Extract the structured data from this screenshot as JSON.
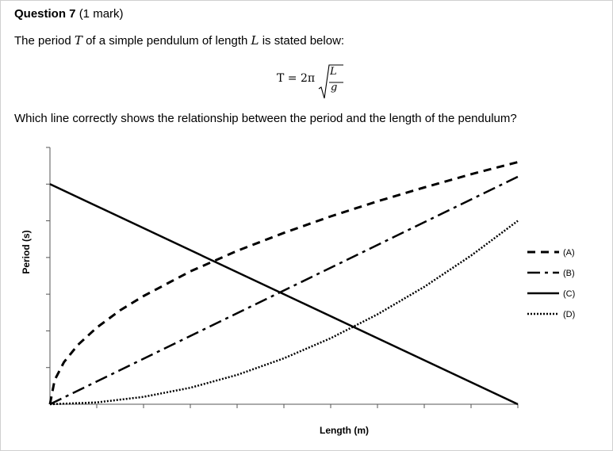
{
  "question": {
    "number_label": "Question 7",
    "marks": "(1 mark)",
    "text_before_T": "The period",
    "symbol_T": "T",
    "text_mid": "of a simple pendulum of length",
    "symbol_L": "L",
    "text_after": "is stated below:",
    "prompt": "Which line correctly shows the relationship between the period and the length of the pendulum?"
  },
  "formula": {
    "lhs": "T = 2π",
    "numerator": "L",
    "denominator": "g"
  },
  "chart_data": {
    "type": "line",
    "xlabel": "Length (m)",
    "ylabel": "Period (s)",
    "xlim": [
      0,
      10
    ],
    "ylim": [
      0,
      7
    ],
    "tick_labels_shown": false,
    "grid": false,
    "legend_position": "right",
    "series": [
      {
        "name": "(A)",
        "style": "dashed",
        "x": [
          0,
          0.1,
          0.3,
          0.6,
          1,
          1.5,
          2,
          3,
          4,
          5,
          6,
          7,
          8,
          9,
          10
        ],
        "y": [
          0,
          0.66,
          1.15,
          1.62,
          2.09,
          2.56,
          2.95,
          3.62,
          4.18,
          4.67,
          5.12,
          5.53,
          5.91,
          6.27,
          6.6
        ]
      },
      {
        "name": "(B)",
        "style": "dash-dot",
        "x": [
          0,
          10
        ],
        "y": [
          0,
          6.2
        ]
      },
      {
        "name": "(C)",
        "style": "solid",
        "x": [
          0,
          10
        ],
        "y": [
          6.0,
          0
        ]
      },
      {
        "name": "(D)",
        "style": "dotted",
        "x": [
          0,
          1,
          2,
          3,
          4,
          5,
          6,
          7,
          8,
          9,
          10
        ],
        "y": [
          0,
          0.05,
          0.2,
          0.45,
          0.8,
          1.25,
          1.8,
          2.45,
          3.2,
          4.05,
          5.0
        ]
      }
    ]
  }
}
